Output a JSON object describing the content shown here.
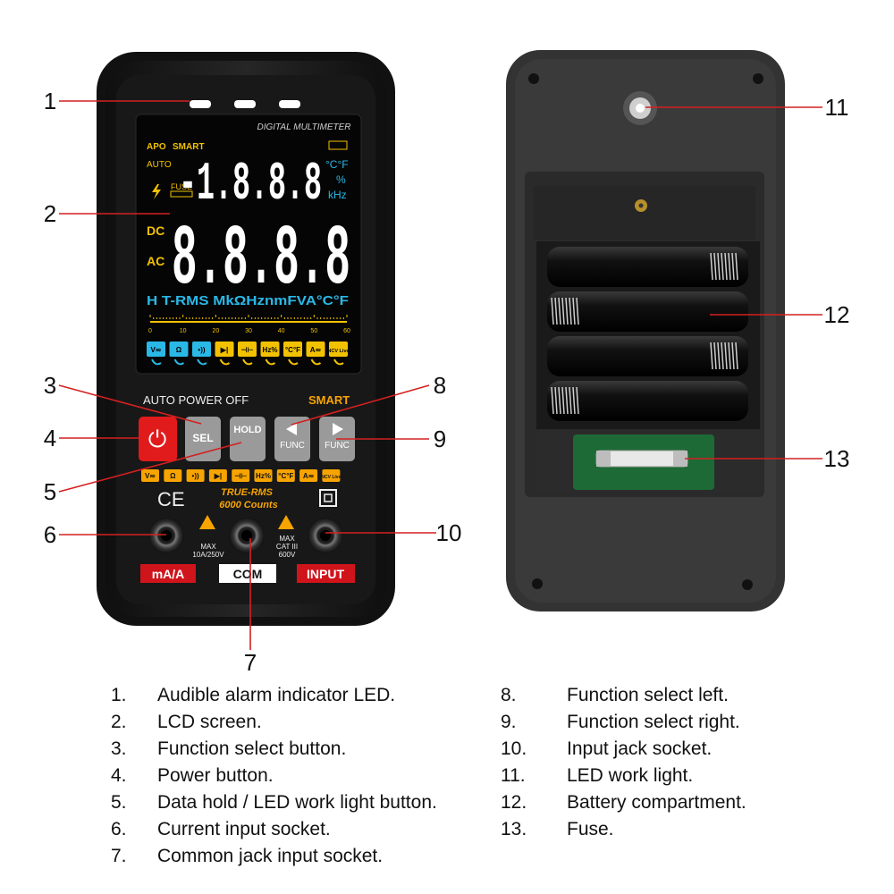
{
  "front": {
    "title": "DIGITAL MULTIMETER",
    "top_icons": [
      "APO",
      "SMART",
      "AUTO"
    ],
    "fuse_label": "FUSE",
    "small_digits": "-1.8.8.8",
    "units_right": [
      "°C°F",
      "%",
      "kHz"
    ],
    "dc_label": "DC",
    "ac_label": "AC",
    "big_digits": "8.8.8.8",
    "bottom_units": "H T-RMS MkΩHznmFVA°C°F",
    "bargraph_ticks": [
      "0",
      "10",
      "20",
      "30",
      "40",
      "50",
      "60"
    ],
    "mode_icons": [
      "V≂",
      "Ω",
      "•))",
      "▶|",
      "⊣⊢",
      "Hz%",
      "°C°F",
      "A≂",
      "NCV Live"
    ],
    "auto_power_off": "AUTO  POWER  OFF",
    "smart_label": "SMART",
    "buttons": {
      "power": "⏻",
      "sel": "SEL",
      "hold": "HOLD",
      "func_left": "FUNC",
      "func_right": "FUNC"
    },
    "true_rms": "TRUE-RMS",
    "counts": "6000 Counts",
    "ce_mark": "CE",
    "max_left": "MAX",
    "max_left_rating": "10A/250V",
    "max_right": "MAX",
    "cat_rating": "CAT III",
    "max_right_rating": "600V",
    "jack_labels": [
      "mA/A",
      "COM",
      "INPUT"
    ]
  },
  "callouts": [
    "1",
    "2",
    "3",
    "4",
    "5",
    "6",
    "7",
    "8",
    "9",
    "10",
    "11",
    "12",
    "13"
  ],
  "legend": [
    {
      "num": "1.",
      "text": "Audible alarm indicator LED."
    },
    {
      "num": "2.",
      "text": "LCD screen."
    },
    {
      "num": "3.",
      "text": "Function select button."
    },
    {
      "num": "4.",
      "text": "Power button."
    },
    {
      "num": "5.",
      "text": "Data hold / LED work light button."
    },
    {
      "num": "6.",
      "text": "Current input socket."
    },
    {
      "num": "7.",
      "text": "Common jack input socket."
    },
    {
      "num": "8.",
      "text": "Function select left."
    },
    {
      "num": "9.",
      "text": "Function select right."
    },
    {
      "num": "10.",
      "text": "Input jack socket."
    },
    {
      "num": "11.",
      "text": "LED work light."
    },
    {
      "num": "12.",
      "text": "Battery compartment."
    },
    {
      "num": "13.",
      "text": "Fuse."
    }
  ],
  "colors": {
    "body": "#1c1c1c",
    "lcd_white": "#ffffff",
    "lcd_yellow": "#f2c200",
    "lcd_cyan": "#2ab8e6",
    "power_red": "#e11b1b",
    "jack_red": "#d0141c",
    "smart_orange": "#f7a400",
    "callout_red": "#d42020"
  }
}
